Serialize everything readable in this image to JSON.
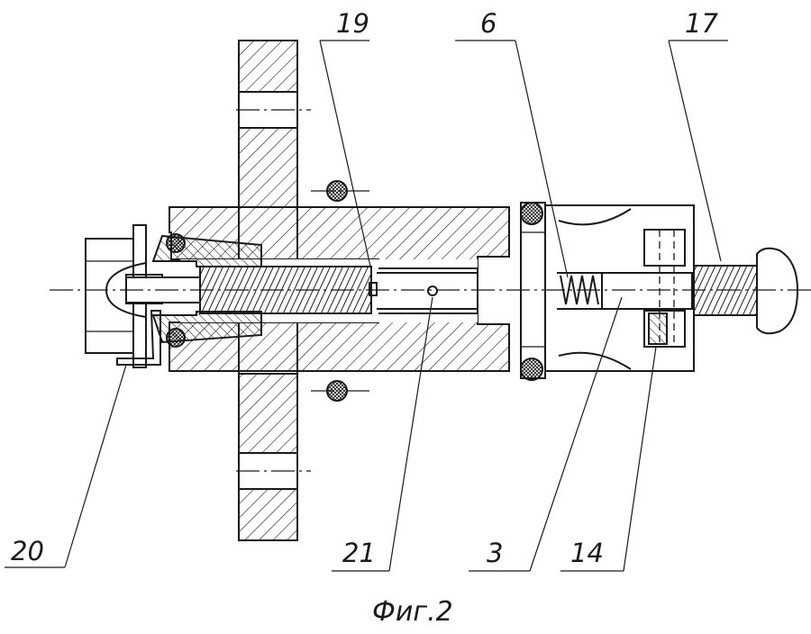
{
  "figure": {
    "caption": "Фиг.2"
  },
  "callouts": [
    {
      "id": "19",
      "text": "19"
    },
    {
      "id": "6",
      "text": "6"
    },
    {
      "id": "17",
      "text": "17"
    },
    {
      "id": "20",
      "text": "20"
    },
    {
      "id": "21",
      "text": "21"
    },
    {
      "id": "3",
      "text": "3"
    },
    {
      "id": "14",
      "text": "14"
    }
  ]
}
